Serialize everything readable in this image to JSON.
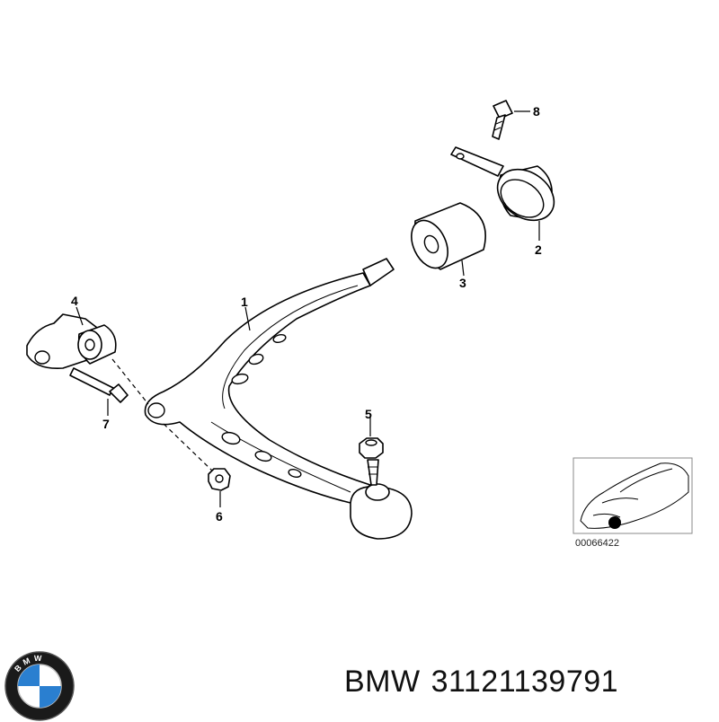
{
  "callouts": {
    "c1": "1",
    "c2": "2",
    "c3": "3",
    "c4": "4",
    "c5": "5",
    "c6": "6",
    "c7": "7",
    "c8": "8"
  },
  "inset": {
    "diagram_number": "00066422"
  },
  "footer": {
    "brand": "BMW",
    "part_number": "31121139791"
  },
  "logo": {
    "letters": "BMW",
    "colors": {
      "blue": "#2a7fd0",
      "white": "#ffffff",
      "ring": "#1a1a1a"
    }
  }
}
